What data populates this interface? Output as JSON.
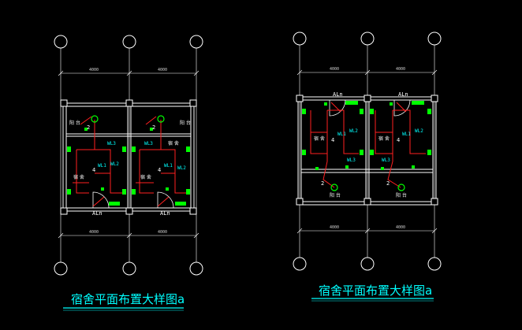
{
  "colors": {
    "background": "#000000",
    "grid": "#ffffff",
    "wall": "#ffffff",
    "wiring": "#ff2020",
    "equipment": "#00ff00",
    "annotation": "#00ffff",
    "dimension": "#cfcfcf"
  },
  "left_plan": {
    "dim_top": [
      "4000",
      "4000"
    ],
    "dim_bottom": [
      "4000",
      "4000"
    ],
    "rooms": {
      "balcony_l": "阳 台",
      "balcony_r": "阳 台",
      "dorm_top_r": "宿 舍",
      "dorm_bot_l": "宿 舍",
      "dorm_bot_r": "宿 舍"
    },
    "labels": {
      "wl3_l": "WL3",
      "wl3_r": "WL3",
      "wl1_l": "WL1",
      "wl1_r": "WL1",
      "wl2_l": "WL2",
      "wl2_r": "WL2",
      "n2_l": "2",
      "n2_r": "2",
      "n4_l": "4",
      "n4_r": "4",
      "aln_l": "ALn",
      "aln_r": "ALn"
    },
    "title": "宿舍平面布置大样图a"
  },
  "right_plan": {
    "dim_top": [
      "4000",
      "4000"
    ],
    "dim_bottom": [
      "4000",
      "4000"
    ],
    "rooms": {
      "dorm_l": "宿 舍",
      "dorm_r": "宿 舍",
      "balcony_l": "阳 台",
      "balcony_r": "阳 台"
    },
    "labels": {
      "aln_l": "ALn",
      "aln_r": "ALn",
      "wl1_l": "WL1",
      "wl1_r": "WL1",
      "wl2_l": "WL2",
      "wl2_r": "WL2",
      "wl3_l": "WL3",
      "wl3_r": "WL3",
      "n4_l": "4",
      "n4_r": "4",
      "n2_l": "2",
      "n2_r": "2"
    },
    "title": "宿舍平面布置大样图a"
  }
}
